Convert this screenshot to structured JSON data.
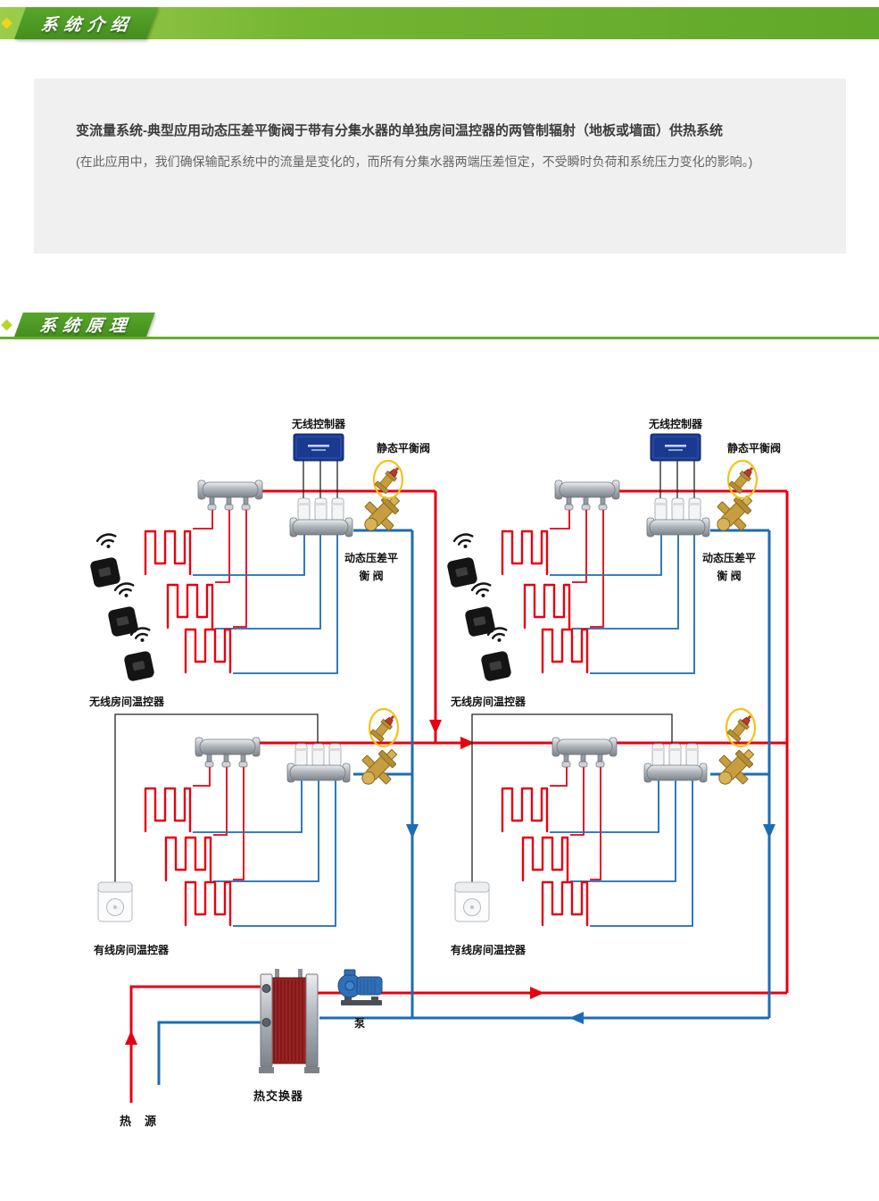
{
  "banners": {
    "intro": "系统介绍",
    "principle": "系统原理"
  },
  "intro_box": {
    "title": "变流量系统-典型应用动态压差平衡阀于带有分集水器的单独房间温控器的两管制辐射（地板或墙面）供热系统",
    "body": "(在此应用中，我们确保输配系统中的流量是变化的，而所有分集水器两端压差恒定，不受瞬时负荷和系统压力变化的影响。)"
  },
  "diagram": {
    "labels": {
      "wireless_controller": "无线控制器",
      "static_valve": "静态平衡阀",
      "dynamic_valve_line1": "动态压差平",
      "dynamic_valve_line2": "衡 阀",
      "wireless_thermostat": "无线房间温控器",
      "wired_thermostat": "有线房间温控器",
      "pump": "泵",
      "heat_exchanger": "热交换器",
      "heat_source": "热　源"
    },
    "colors": {
      "supply_pipe": "#e60012",
      "return_pipe": "#1c6cb5",
      "valve_highlight": "#f5c21c",
      "controller_blue": "#1a3a8f",
      "banner_green": "#63ae2b"
    }
  }
}
